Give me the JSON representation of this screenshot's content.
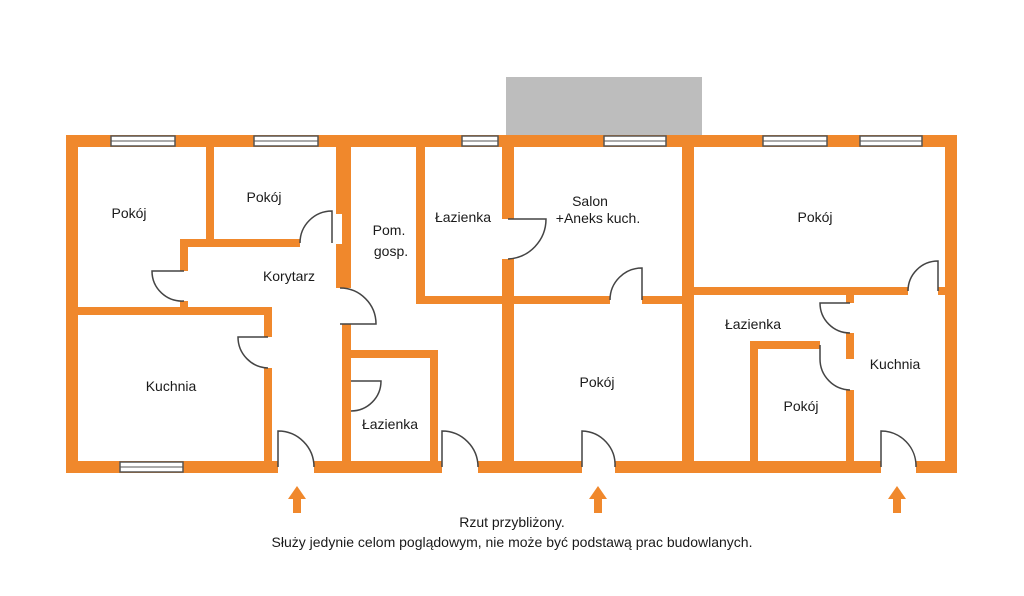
{
  "colors": {
    "wall": "#f0882c",
    "window_fill": "#ffffff",
    "window_stroke": "#555555",
    "balcony": "#bdbdbd",
    "door": "#444444",
    "arrow": "#f0882c"
  },
  "rooms": {
    "pokoj_1": "Pokój",
    "pokoj_2": "Pokój",
    "pom_gosp_1": "Pom.",
    "pom_gosp_2": "gosp.",
    "lazienka_1": "Łazienka",
    "salon_1": "Salon",
    "salon_2": "+Aneks kuch.",
    "pokoj_3": "Pokój",
    "korytarz": "Korytarz",
    "kuchnia_1": "Kuchnia",
    "lazienka_2": "Łazienka",
    "pokoj_4": "Pokój",
    "lazienka_3": "Łazienka",
    "kuchnia_2": "Kuchnia",
    "pokoj_5": "Pokój"
  },
  "notes": {
    "line1": "Rzut przybliżony.",
    "line2": "Służy jedynie celom poglądowym, nie może być podstawą prac budowlanych."
  }
}
